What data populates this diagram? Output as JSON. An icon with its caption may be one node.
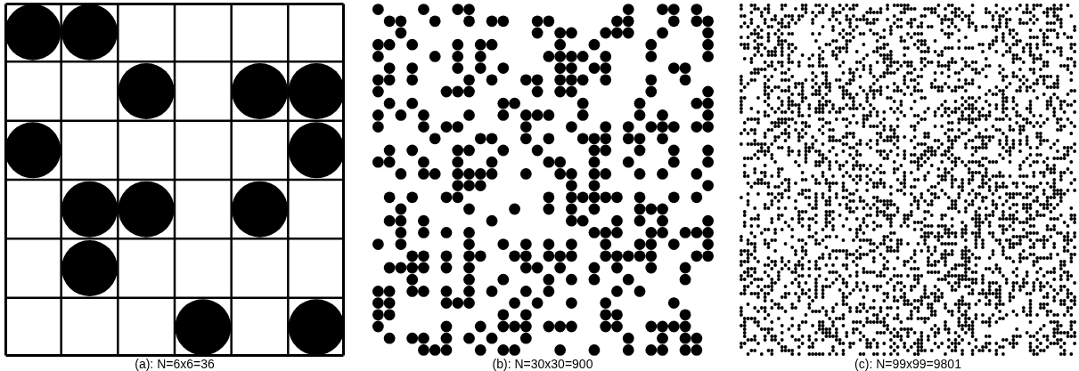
{
  "diagram": {
    "labels": [
      "(a): N=6x6=36",
      "(b): N=30x30=900",
      "(c): N=99x99=9801"
    ]
  }
}
